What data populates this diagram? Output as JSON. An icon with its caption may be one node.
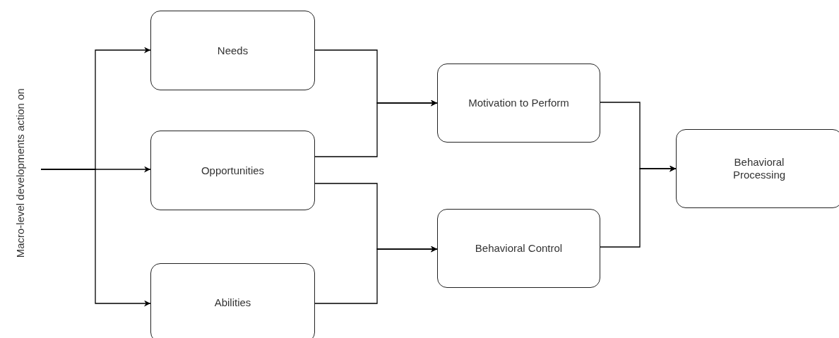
{
  "diagram": {
    "nodes": [
      {
        "text": [
          "Macro-level developments action on"
        ]
      },
      {
        "text": [
          "Needs"
        ]
      },
      {
        "text": [
          "Opportunities"
        ]
      },
      {
        "text": [
          "Abilities"
        ]
      },
      {
        "text": [
          "Motivation to Perform"
        ]
      },
      {
        "text": [
          "Behavioral Control"
        ]
      },
      {
        "text": [
          "Behavioral Processing"
        ]
      }
    ],
    "edges": [
      {
        "from": 0,
        "to": 1,
        "arrow": "to"
      },
      {
        "from": 0,
        "to": 2,
        "arrow": "to"
      },
      {
        "from": 0,
        "to": 3,
        "arrow": "to"
      },
      {
        "from": 1,
        "to": 4,
        "arrow": "to"
      },
      {
        "from": 2,
        "to": 4,
        "arrow": "to"
      },
      {
        "from": 2,
        "to": 5,
        "arrow": "to"
      },
      {
        "from": 3,
        "to": 5,
        "arrow": "to"
      },
      {
        "from": 4,
        "to": 6,
        "arrow": "to"
      },
      {
        "from": 5,
        "to": 6,
        "arrow": "to"
      }
    ]
  }
}
